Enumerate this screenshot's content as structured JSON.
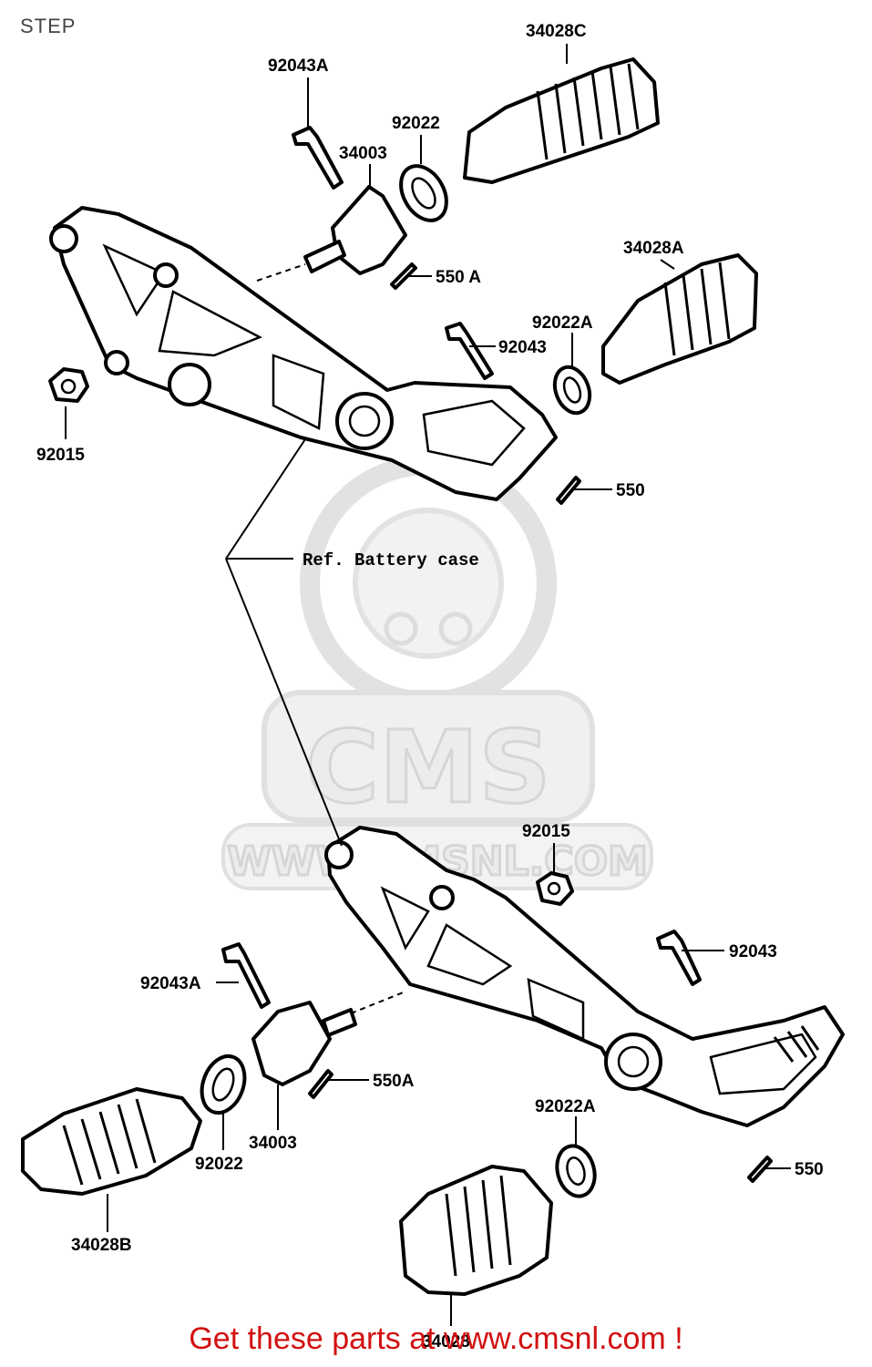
{
  "page": {
    "title": "STEP"
  },
  "watermark": {
    "brand": "CMS",
    "url": "WWW.CMSNL.COM"
  },
  "labels": {
    "p34028C": "34028C",
    "p92043A_top": "92043A",
    "p92022_top": "92022",
    "p34003_top": "34003",
    "p550A_top": "550 A",
    "p34028A": "34028A",
    "p92022A_top": "92022A",
    "p92043_top": "92043",
    "p92015_top": "92015",
    "p550_top": "550",
    "ref_battery": "Ref. Battery case",
    "p92015_bot": "92015",
    "p92043_bot": "92043",
    "p92043A_bot": "92043A",
    "p550A_bot": "550A",
    "p34003_bot": "34003",
    "p92022_bot": "92022",
    "p92022A_bot": "92022A",
    "p550_bot": "550",
    "p34028B": "34028B",
    "p34028_bot": "34028"
  },
  "footer": {
    "text": "Get these parts at www.cmsnl.com !"
  }
}
